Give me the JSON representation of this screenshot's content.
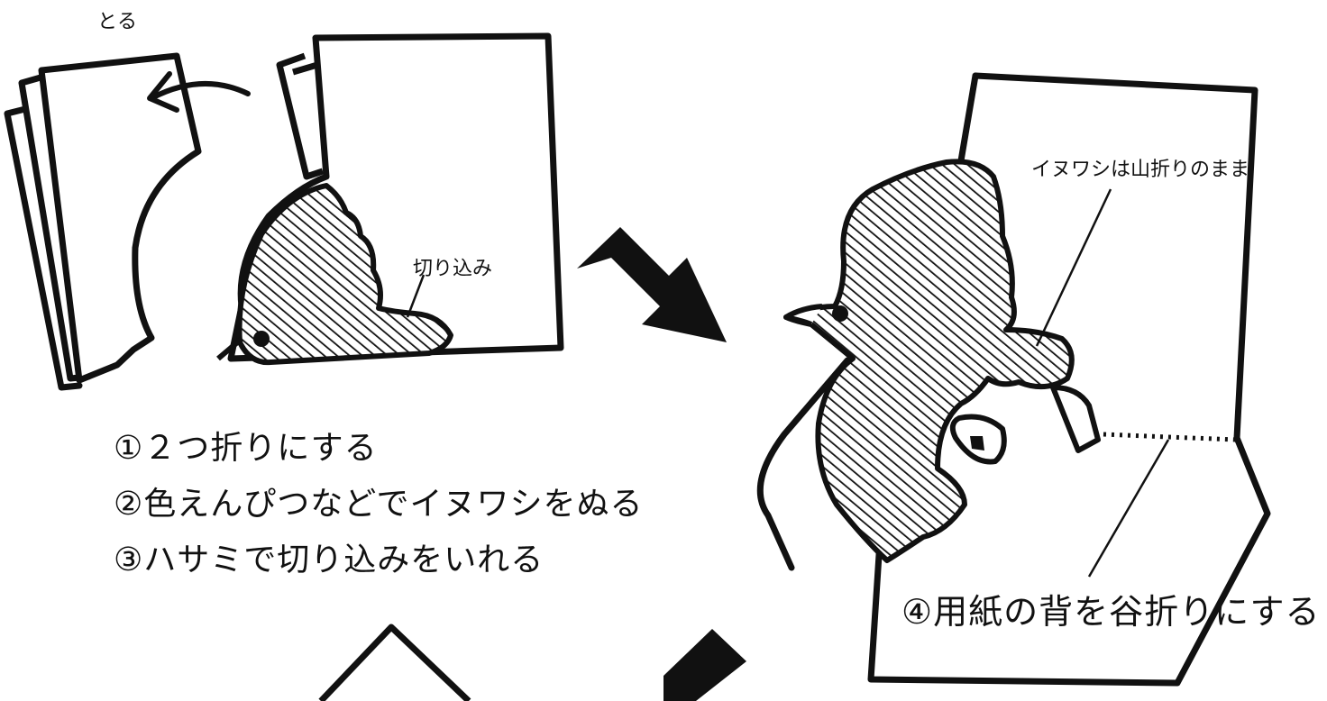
{
  "labels": {
    "take_off": "とる",
    "cut_slit": "切り込み",
    "eagle_mountain_fold": "イヌワシは山折りのまま"
  },
  "steps": [
    {
      "text": "①２つ折りにする"
    },
    {
      "text": "②色えんぴつなどでイヌワシをぬる"
    },
    {
      "text": "③ハサミで切り込みをいれる"
    },
    {
      "text": "④用紙の背を谷折りにする"
    }
  ],
  "colors": {
    "ink": "#111111",
    "paper": "#ffffff"
  },
  "icons": {
    "fold_arrow": "curved-arrow-left",
    "flow_arrow": "bold-arrow-down-right",
    "flow_arrow_2": "bold-arrow-down-left"
  }
}
